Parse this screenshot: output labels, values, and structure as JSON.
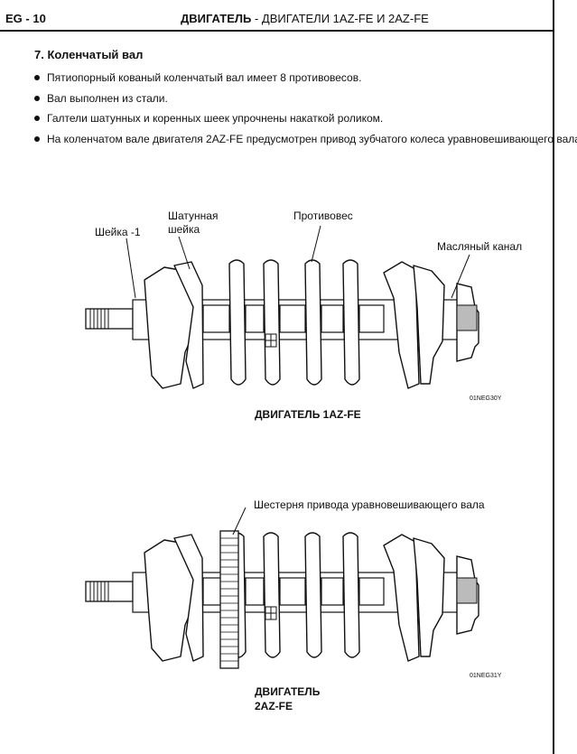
{
  "header": {
    "page_code": "EG - 10",
    "title_bold": "ДВИГАТЕЛЬ",
    "title_rest": " - ДВИГАТЕЛИ 1AZ-FE И 2AZ-FE"
  },
  "section": {
    "title": "7.  Коленчатый вал",
    "bullets": [
      "Пятиопорный кованый коленчатый вал имеет 8 противовесов.",
      "Вал выполнен из стали.",
      "Галтели шатунных и коренных шеек упрочнены накаткой роликом.",
      "На коленчатом валe двигателя 2AZ-FE предусмотрен привод зубчатого колеса уравновешивающего вала."
    ]
  },
  "figure1": {
    "labels": {
      "journal": "Шейка -1",
      "crankpin_line1": "Шатунная",
      "crankpin_line2": "шейка",
      "counterweight": "Противовес",
      "oil_channel": "Масляный канал"
    },
    "code": "01NEG30Y",
    "caption": "ДВИГАТЕЛЬ 1AZ-FE"
  },
  "figure2": {
    "labels": {
      "gear": "Шестерня привода уравновешивающего вала"
    },
    "code": "01NEG31Y",
    "caption_line1": "ДВИГАТЕЛЬ",
    "caption_line2": "2AZ-FE"
  }
}
